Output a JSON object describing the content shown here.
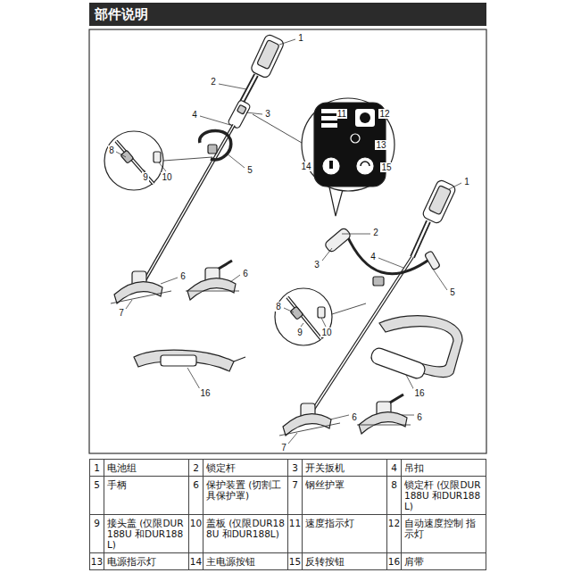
{
  "diagram": {
    "title": "部件说明",
    "labels": [
      "1",
      "2",
      "3",
      "4",
      "5",
      "8",
      "9",
      "10",
      "6",
      "6",
      "7",
      "16",
      "11",
      "12",
      "13",
      "14",
      "15",
      "1",
      "2",
      "3",
      "4",
      "5",
      "8",
      "9",
      "10",
      "6",
      "6",
      "7",
      "16",
      "1",
      "电池组",
      "2",
      "锁定杆",
      "3",
      "开关扳机",
      "4",
      "吊扣",
      "5",
      "手柄",
      "6",
      "保护装置 (切割工具保护罩)",
      "7",
      "钢丝护罩",
      "8",
      "锁定杆 (仅限DUR188U 和DUR188L)",
      "9",
      "接头盖 (仅限DUR188U 和DUR188L)",
      "10",
      "盖板 (仅限DUR188U 和DUR188L)",
      "11",
      "速度指示灯",
      "12",
      "自动速度控制 指示灯",
      "13",
      "电源指示灯",
      "14",
      "主电源按钮",
      "15",
      "反转按钮",
      "16",
      "肩带"
    ]
  }
}
